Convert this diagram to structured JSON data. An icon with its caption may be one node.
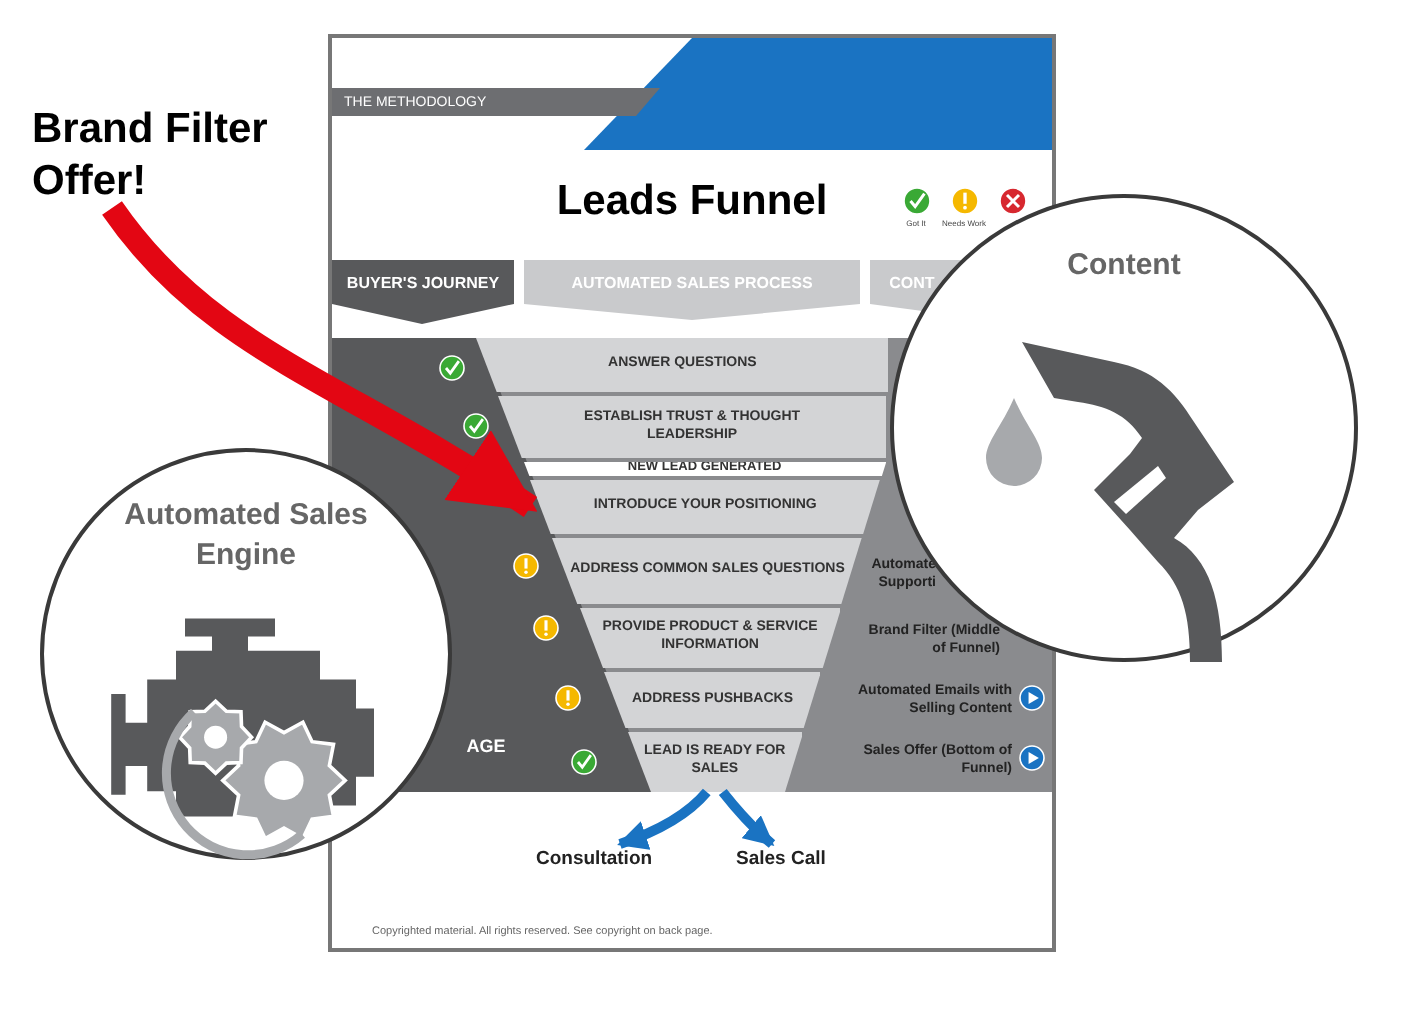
{
  "diagram": {
    "title": "Leads Funnel",
    "nodes": [
      {
        "text": [
          "Brand Filter Offer!"
        ]
      },
      {
        "text": [
          "ANSWER QUESTIONS"
        ]
      },
      {
        "text": [
          "ESTABLISH TRUST & THOUGHT LEADERSHIP"
        ]
      },
      {
        "text": [
          "NEW LEAD GENERATED"
        ]
      },
      {
        "text": [
          "INTRODUCE YOUR POSITIONING"
        ]
      },
      {
        "text": [
          "ADDRESS COMMON SALES QUESTIONS"
        ]
      },
      {
        "text": [
          "PROVIDE PRODUCT & SERVICE INFORMATION"
        ]
      },
      {
        "text": [
          "ADDRESS PUSHBACKS"
        ]
      },
      {
        "text": [
          "LEAD IS READY FOR SALES"
        ]
      },
      {
        "text": [
          "Consultation"
        ]
      },
      {
        "text": [
          "Sales Call"
        ]
      },
      {
        "text": [
          "Automated Sales Engine"
        ]
      },
      {
        "text": [
          "Content"
        ]
      }
    ],
    "edges": [
      {
        "from": 0,
        "to": 4,
        "arrow": "to",
        "style": "thick",
        "color": "#e30613"
      },
      {
        "from": 8,
        "to": 9,
        "arrow": "to"
      },
      {
        "from": 8,
        "to": 10,
        "arrow": "to"
      }
    ],
    "labels": [
      "THE METHODOLOGY",
      "BUYER'S JOURNEY",
      "AUTOMATED SALES PROCESS",
      "CONT",
      "AGE",
      "Automate Supporti",
      "Brand Filter (Middle of Funnel)",
      "Automated Emails with Selling Content",
      "Sales Offer (Bottom of Funnel)",
      "Copyrighted material. All rights reserved. See copyright on back page."
    ],
    "legend": [
      {
        "text": "Got It"
      },
      {
        "text": "Needs Work"
      }
    ]
  }
}
